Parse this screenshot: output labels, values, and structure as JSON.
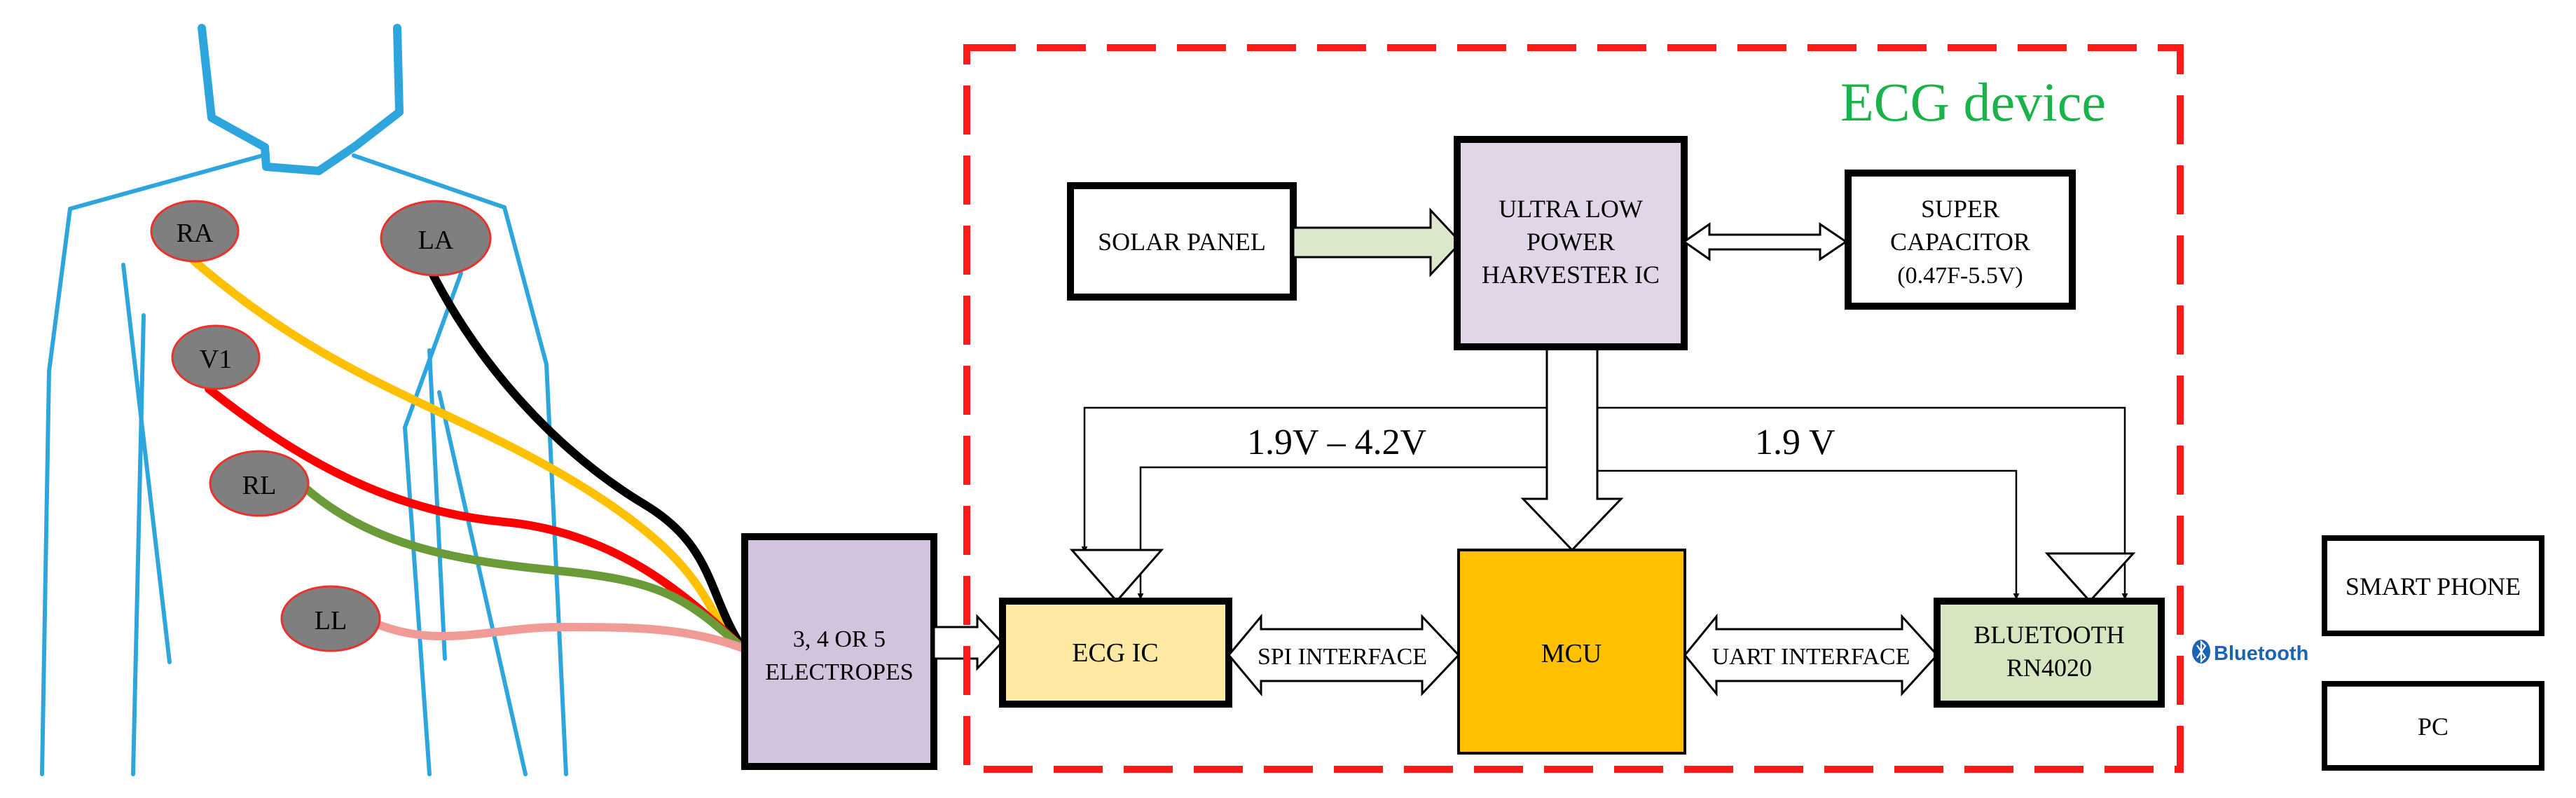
{
  "device_title": "ECG device",
  "electrodes": {
    "ra": "RA",
    "la": "LA",
    "v1": "V1",
    "rl": "RL",
    "ll": "LL"
  },
  "blocks": {
    "electrodes_hub": [
      "3, 4 OR 5",
      "ELECTROPES"
    ],
    "solar_panel": [
      "SOLAR PANEL"
    ],
    "harvester": [
      "ULTRA LOW",
      "POWER",
      "HARVESTER IC"
    ],
    "supercap": [
      "SUPER",
      "CAPACITOR",
      "(0.47F-5.5V)"
    ],
    "ecg_ic": [
      "ECG IC"
    ],
    "mcu": [
      "MCU"
    ],
    "bluetooth_module": [
      "BLUETOOTH",
      "RN4020"
    ],
    "smart_phone": [
      "SMART PHONE"
    ],
    "pc": [
      "PC"
    ]
  },
  "labels": {
    "voltage_range": "1.9V – 4.2V",
    "voltage_fixed": "1.9 V",
    "spi": "SPI INTERFACE",
    "uart": "UART INTERFACE",
    "bluetooth_logo": "Bluetooth"
  },
  "colors": {
    "body_outline": "#2EA6DD",
    "device_border": "#FF1A1A",
    "device_title": "#1BB24B",
    "electrode_fill": "#7F7F7F",
    "electrode_border": "#E8322B",
    "hub_fill": "#D3C4DE",
    "harvester_fill": "#E0D6E8",
    "solar_arrow_fill": "#DCE8CC",
    "ecg_ic_fill": "#FFE9A3",
    "mcu_fill": "#FFC000",
    "bluetooth_fill": "#D5E6C0",
    "wire_ra": "#FFC000",
    "wire_la": "#000000",
    "wire_v1": "#FF0000",
    "wire_rl": "#6B9A38",
    "wire_ll": "#F09B95",
    "bluetooth_logo": "#1C63B6"
  }
}
